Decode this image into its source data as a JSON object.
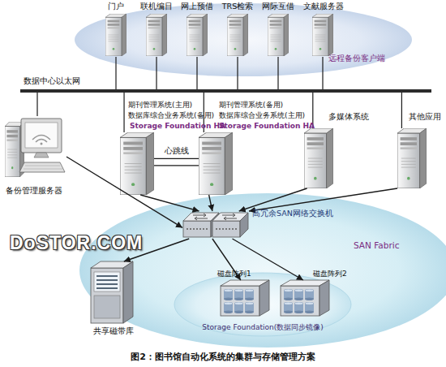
{
  "diagram": {
    "caption": "图2：图书馆自动化系统的集群与存储管理方案",
    "nodes": [
      {
        "text": [
          "远程备份客户端"
        ]
      },
      {
        "text": [
          "门户"
        ],
        "in": 0
      },
      {
        "text": [
          "联机编目"
        ],
        "in": 0
      },
      {
        "text": [
          "网上预借"
        ],
        "in": 0
      },
      {
        "text": [
          "TRS检索"
        ],
        "in": 0
      },
      {
        "text": [
          "网际互借"
        ],
        "in": 0
      },
      {
        "text": [
          "文献服务器"
        ],
        "in": 0
      },
      {
        "text": [
          "数据中心以太网"
        ]
      },
      {
        "text": [
          "备份管理服务器"
        ]
      },
      {
        "text": [
          "期刊管理系统(主用)",
          "数据库综合业务系统(备用)",
          "Storage Foundation HA"
        ]
      },
      {
        "text": [
          "期刊管理系统(备用)",
          "数据库综合业务系统(主用)",
          "Storage Foundation HA"
        ]
      },
      {
        "text": [
          "多媒体系统"
        ]
      },
      {
        "text": [
          "其他应用"
        ]
      },
      {
        "text": [
          "SAN Fabric"
        ]
      },
      {
        "text": [
          "高冗余SAN网络交换机"
        ],
        "in": 13
      },
      {
        "text": [
          "共享磁带库"
        ],
        "in": 13
      },
      {
        "text": [
          "Storage Foundation(数据同步镜像)"
        ],
        "in": 13
      },
      {
        "text": [
          "磁盘阵列1"
        ],
        "in": 16
      },
      {
        "text": [
          "磁盘阵列2"
        ],
        "in": 16
      }
    ],
    "edges": [
      {
        "from": 1,
        "to": 7,
        "arrow": "none"
      },
      {
        "from": 2,
        "to": 7,
        "arrow": "none"
      },
      {
        "from": 3,
        "to": 7,
        "arrow": "none"
      },
      {
        "from": 4,
        "to": 7,
        "arrow": "none"
      },
      {
        "from": 5,
        "to": 7,
        "arrow": "none"
      },
      {
        "from": 6,
        "to": 7,
        "arrow": "none"
      },
      {
        "from": 8,
        "to": 7,
        "arrow": "none"
      },
      {
        "from": 9,
        "to": 7,
        "arrow": "none"
      },
      {
        "from": 10,
        "to": 7,
        "arrow": "none"
      },
      {
        "from": 11,
        "to": 7,
        "arrow": "none"
      },
      {
        "from": 12,
        "to": 7,
        "arrow": "none"
      },
      {
        "from": 9,
        "to": 10,
        "label": "心跳线",
        "arrow": "none"
      },
      {
        "from": 9,
        "to": 10,
        "arrow": "none"
      },
      {
        "from": 8,
        "to": 14,
        "arrow": "to"
      },
      {
        "from": 9,
        "to": 14,
        "arrow": "to"
      },
      {
        "from": 10,
        "to": 14,
        "arrow": "to"
      },
      {
        "from": 11,
        "to": 14,
        "arrow": "to"
      },
      {
        "from": 12,
        "to": 14,
        "arrow": "to"
      },
      {
        "from": 14,
        "to": 15,
        "arrow": "to"
      },
      {
        "from": 14,
        "to": 17,
        "arrow": "to"
      },
      {
        "from": 14,
        "to": 18,
        "arrow": "to"
      }
    ],
    "labels": [
      "DoSTOR.COM"
    ]
  }
}
